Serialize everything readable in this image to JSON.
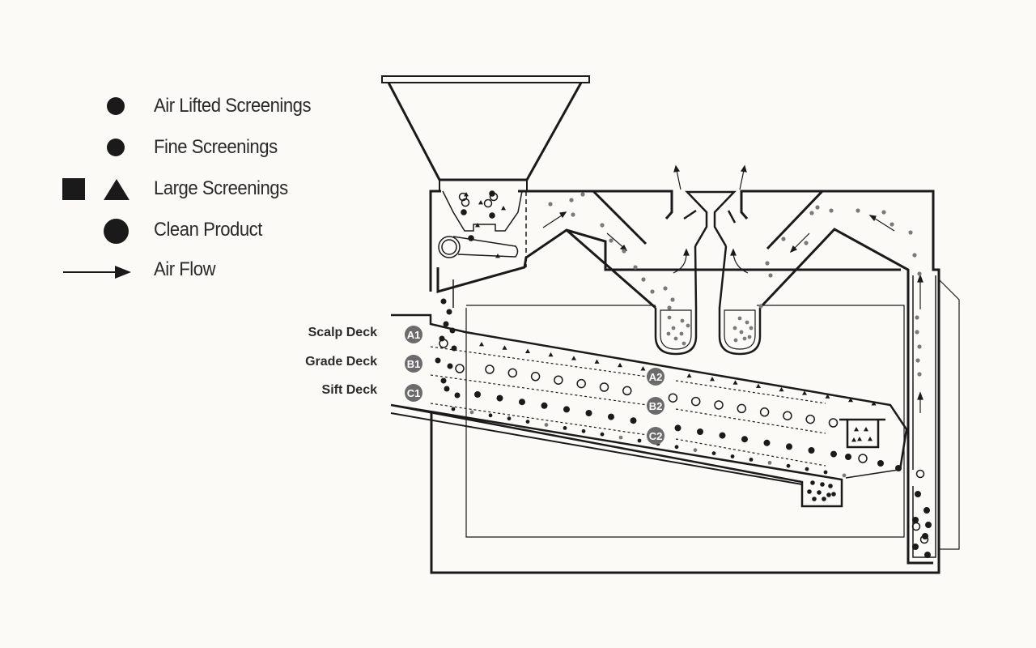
{
  "legend": {
    "items": [
      {
        "label": "Air Lifted Screenings",
        "icon": "small-dark-circle"
      },
      {
        "label": "Fine Screenings",
        "icon": "small-dark-circle"
      },
      {
        "label": "Large Screenings",
        "icon": "square-and-triangle"
      },
      {
        "label": "Clean Product",
        "icon": "large-dark-circle"
      },
      {
        "label": "Air Flow",
        "icon": "arrow-right"
      }
    ]
  },
  "decks": [
    {
      "label": "Scalp Deck",
      "badges": [
        "A1",
        "A2"
      ]
    },
    {
      "label": "Grade Deck",
      "badges": [
        "B1",
        "B2"
      ]
    },
    {
      "label": "Sift Deck",
      "badges": [
        "C1",
        "C2"
      ]
    }
  ],
  "colors": {
    "background": "#fcfaf6",
    "line": "#1a1a1a",
    "air_lifted": "#7a7a7a",
    "badge": "#6b6b6b"
  }
}
